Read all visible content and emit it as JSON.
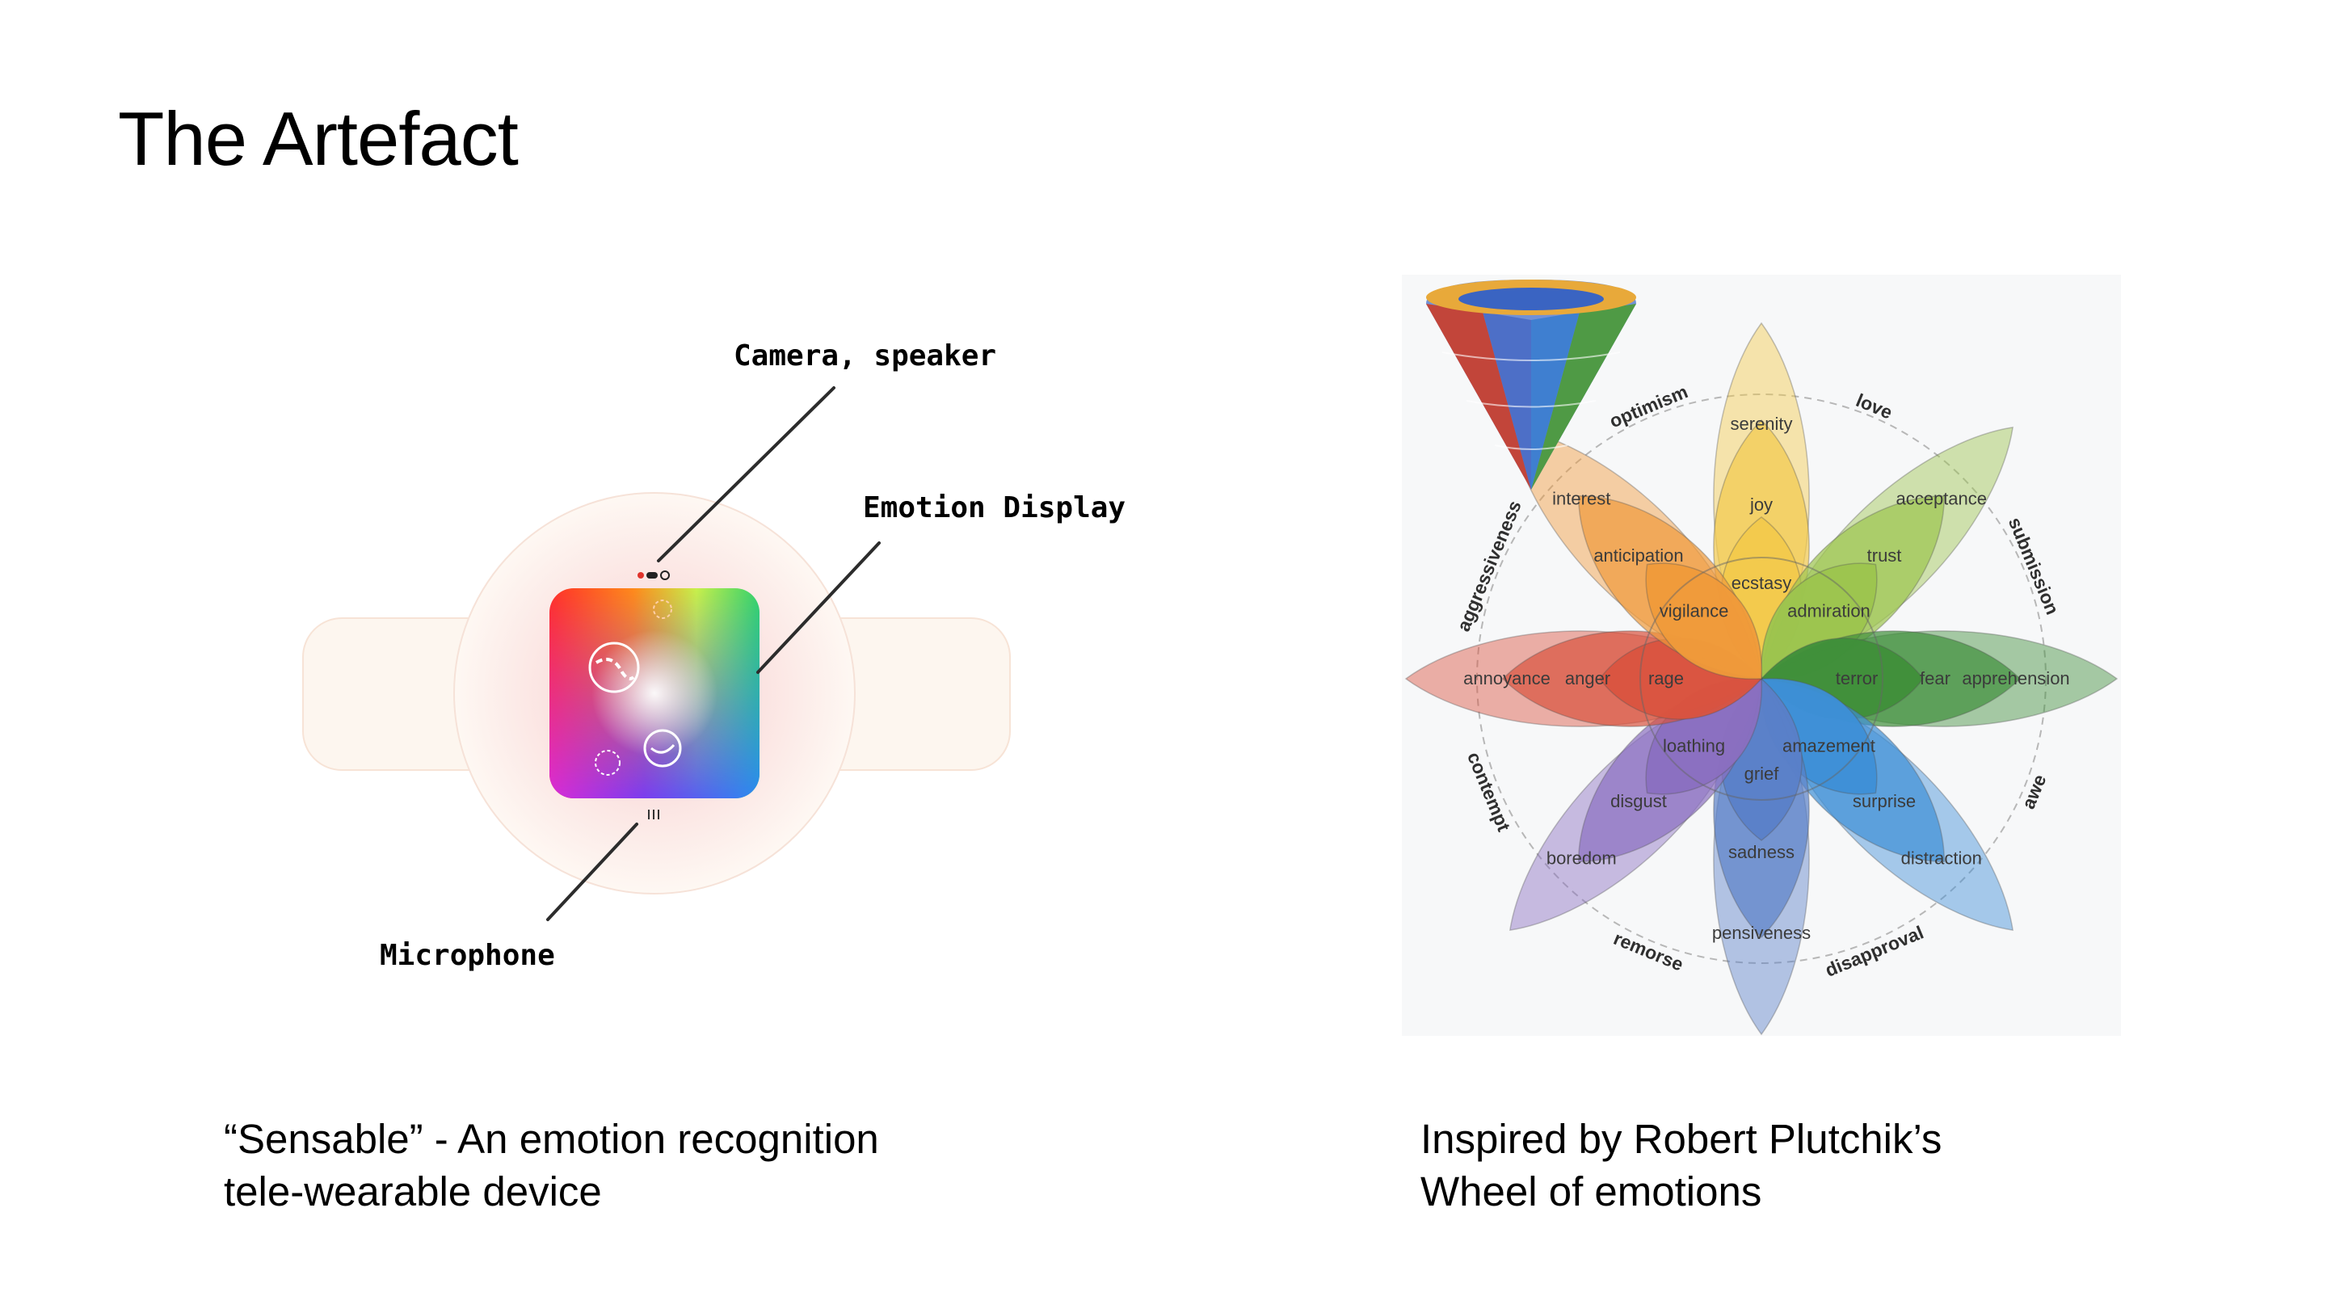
{
  "slide": {
    "title": "The Artefact"
  },
  "device": {
    "callouts": {
      "camera": "Camera, speaker",
      "display": "Emotion Display",
      "microphone": "Microphone"
    },
    "caption": {
      "line1": "“Sensable” - An emotion recognition",
      "line2": "tele-wearable device"
    }
  },
  "wheel": {
    "caption": {
      "line1": "Inspired by Robert Plutchik’s",
      "line2": "Wheel of emotions"
    },
    "petals": [
      {
        "color": "#f2c94c",
        "outer": "serenity",
        "middle": "joy",
        "inner": "ecstasy"
      },
      {
        "color": "#9cc44e",
        "outer": "acceptance",
        "middle": "trust",
        "inner": "admiration"
      },
      {
        "color": "#3f8f3a",
        "outer": "apprehension",
        "middle": "fear",
        "inner": "terror"
      },
      {
        "color": "#3d8fd6",
        "outer": "distraction",
        "middle": "surprise",
        "inner": "amazement"
      },
      {
        "color": "#5a80c8",
        "outer": "pensiveness",
        "middle": "sadness",
        "inner": "grief"
      },
      {
        "color": "#8a6fc0",
        "outer": "boredom",
        "middle": "disgust",
        "inner": "loathing"
      },
      {
        "color": "#d9533f",
        "outer": "annoyance",
        "middle": "anger",
        "inner": "rage"
      },
      {
        "color": "#ef9a3a",
        "outer": "interest",
        "middle": "anticipation",
        "inner": "vigilance"
      }
    ],
    "dyads": [
      "love",
      "submission",
      "awe",
      "disapproval",
      "remorse",
      "contempt",
      "aggressiveness",
      "optimism"
    ]
  }
}
